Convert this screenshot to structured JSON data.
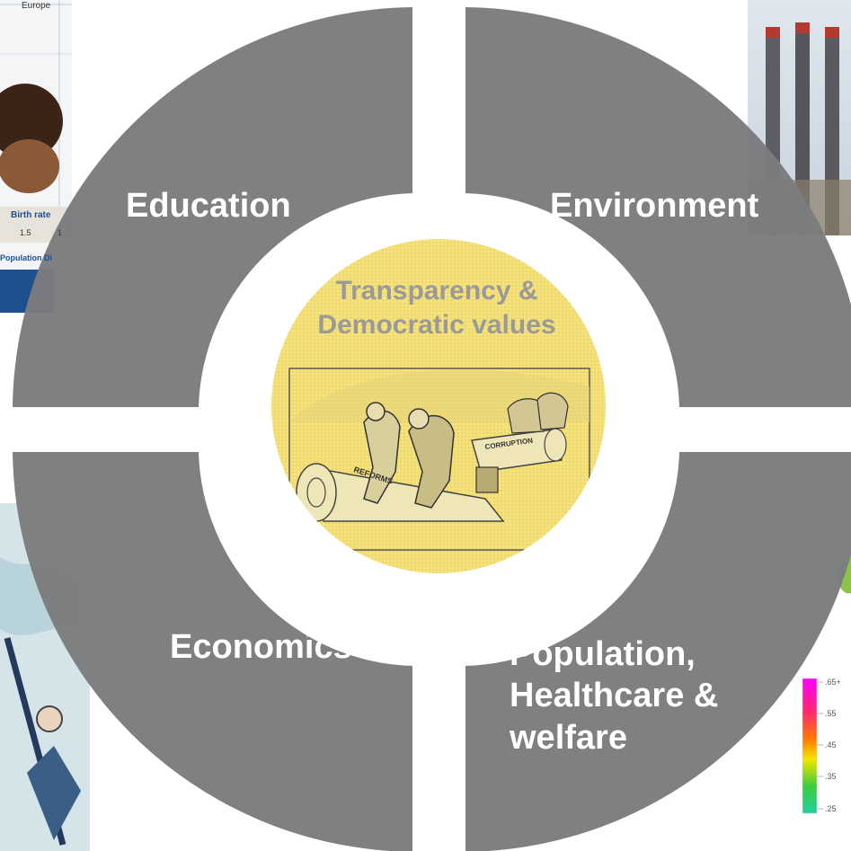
{
  "diagram": {
    "quadrants": [
      {
        "id": "education",
        "label": "Education"
      },
      {
        "id": "environment",
        "label": "Environment"
      },
      {
        "id": "economics",
        "label": "Economics"
      },
      {
        "id": "population",
        "label_lines": [
          "Population,",
          "Healthcare &",
          "welfare"
        ]
      }
    ],
    "center": {
      "label_lines": [
        "Transparency &",
        "Democratic values"
      ]
    },
    "cartoon": {
      "reforms_text": "REFORMS",
      "corruption_text": "CORRUPTION"
    }
  },
  "background_images": {
    "top_left_chart": {
      "legend_text": "Europe",
      "axis_title": "Birth rate",
      "tick_first": "1.5",
      "tick_second": "1",
      "caption": "Population Di"
    },
    "heat_scale": {
      "ticks": [
        ".65+",
        ".55",
        ".45",
        ".35",
        ".25"
      ]
    }
  },
  "colors": {
    "quadrant_fill": "#7b7c7e",
    "center_circle": "#f6e27a",
    "label_text": "#ffffff",
    "center_text": "#9a9a9a"
  }
}
